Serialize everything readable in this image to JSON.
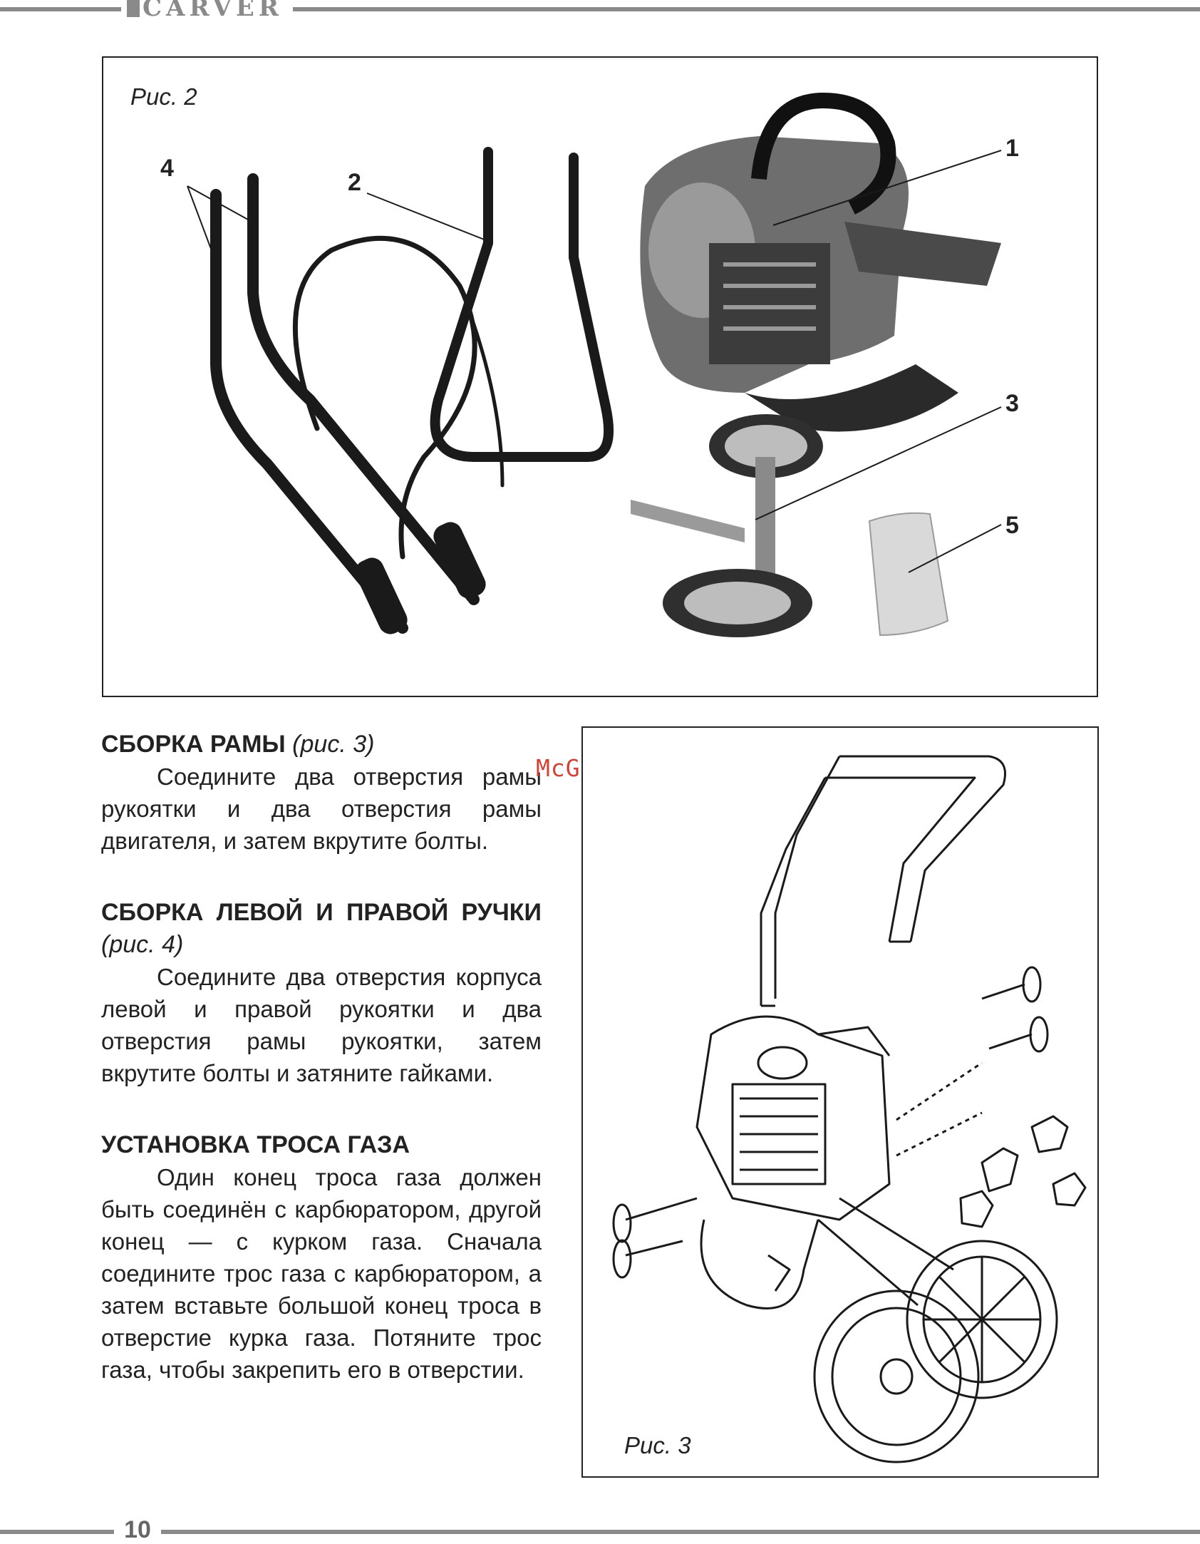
{
  "header": {
    "brand": "CARVER"
  },
  "figure2": {
    "caption": "Рис. 2",
    "callouts": [
      "1",
      "2",
      "3",
      "4",
      "5"
    ]
  },
  "figure3": {
    "caption": "Рис. 3"
  },
  "sections": [
    {
      "heading": "СБОРКА РАМЫ",
      "ref": "(рис. 3)",
      "text": "Соедините два отверстия рамы рукоятки и два отверстия рамы двигателя, и затем вкрутите болты."
    },
    {
      "heading": "СБОРКА ЛЕВОЙ И ПРАВОЙ РУЧКИ",
      "ref": "(рис. 4)",
      "text": "Соедините два отверстия корпуса левой и правой рукоятки и два отверстия рамы рукоятки, затем вкрутите болты и затяните гайками."
    },
    {
      "heading": "УСТАНОВКА ТРОСА ГАЗА",
      "ref": "",
      "text": "Один конец троса газа должен быть соединён с карбюратором, другой конец — с курком газа. Сначала соедините трос газа с карбюратором, а затем вставьте большой конец троса в отверстие курка газа. Потяните трос газа, чтобы закрепить его в отверстии."
    }
  ],
  "watermark": "McGrp.Ru",
  "footer": {
    "page_number": "10"
  }
}
